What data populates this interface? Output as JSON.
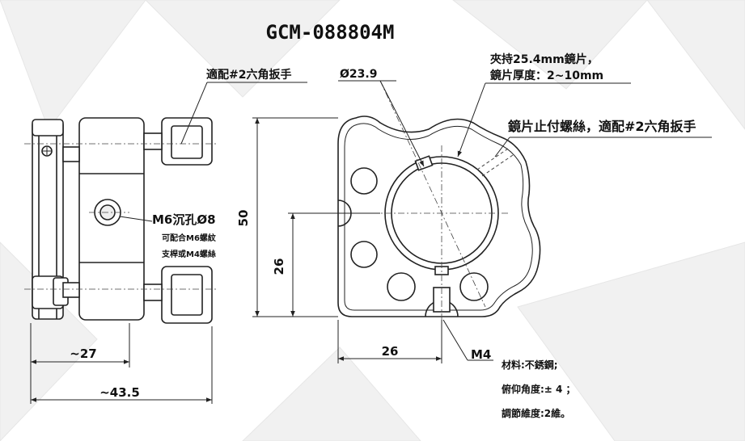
{
  "title": "GCM-088804M",
  "labels": {
    "hex_wrench_top": "適配#2六角扳手",
    "diameter": "Ø23.9",
    "clamp_line1": "夾持25.4mm鏡片，",
    "clamp_line2": "鏡片厚度：2~10mm",
    "stop_screw": "鏡片止付螺絲，適配#2六角扳手",
    "counterbore": "M6沉孔Ø8",
    "compat_line1": "可配合M6螺紋",
    "compat_line2": "支桿或M4螺絲",
    "dim_50": "50",
    "dim_26_vertical": "26",
    "dim_26_horizontal": "26",
    "dim_27": "~27",
    "dim_43_5": "~43.5",
    "m4": "M4",
    "material": "材料:不銹鋼;",
    "tilt": "俯仰角度:± 4 ；",
    "adjust": "調節維度:2維。"
  },
  "colors": {
    "line": "#222222",
    "text": "#111111",
    "background": "#ffffff"
  }
}
